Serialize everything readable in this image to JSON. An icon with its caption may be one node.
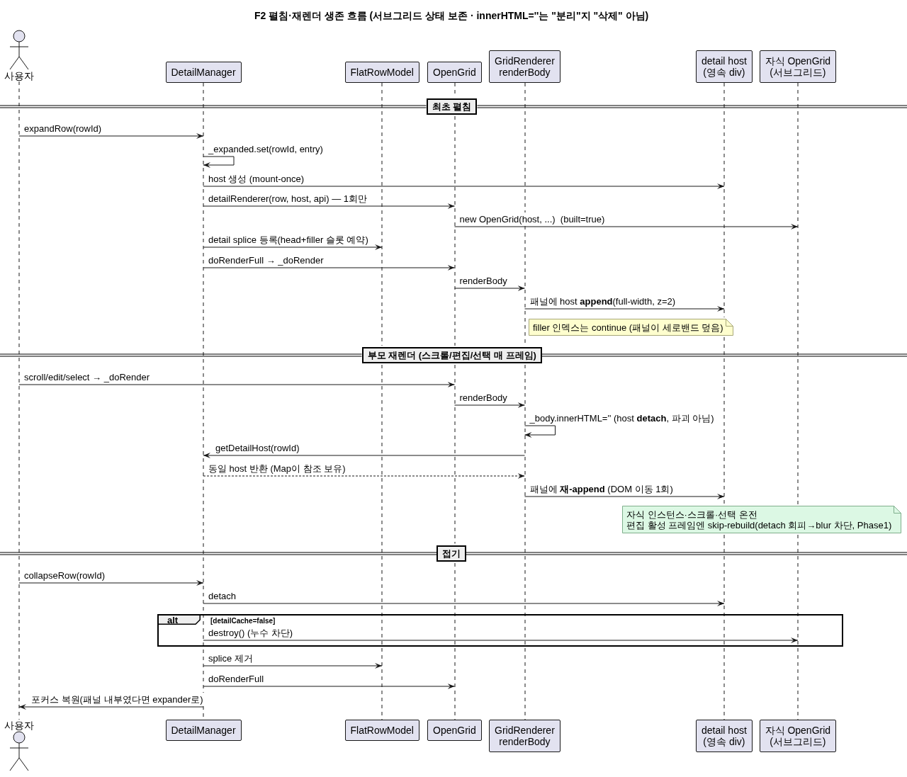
{
  "diagram": {
    "title": "F2 펼침·재렌더 생존 흐름 (서브그리드 상태 보존 · innerHTML=''는 \"분리\"지 \"삭제\" 아님)",
    "nodes": [
      {
        "text": [
          "사용자"
        ]
      },
      {
        "text": [
          "DetailManager"
        ]
      },
      {
        "text": [
          "FlatRowModel"
        ]
      },
      {
        "text": [
          "OpenGrid"
        ]
      },
      {
        "text": [
          "GridRenderer renderBody"
        ]
      },
      {
        "text": [
          "detail host (영속 div)"
        ]
      },
      {
        "text": [
          "자식 OpenGrid (서브그리드)"
        ]
      },
      {
        "text": [],
        "shape": "line"
      },
      {
        "text": [],
        "shape": "line"
      },
      {
        "text": [],
        "shape": "line"
      },
      {
        "text": [],
        "shape": "line"
      },
      {
        "text": [],
        "shape": "line"
      },
      {
        "text": [],
        "shape": "line"
      },
      {
        "text": [],
        "shape": "line"
      },
      {
        "text": [
          "최초 펼침"
        ]
      },
      {
        "text": [
          "filler 인덱스는 continue (패널이 세로밴드 덮음)"
        ]
      },
      {
        "text": [
          "부모 재렌더 (스크롤/편집/선택 매 프레임)"
        ]
      },
      {
        "text": [
          "자식 인스턴스·스크롤·선택 온전 편집 활성 프레임엔 skip-rebuild(detach 회피→blur 차단, Phase1)"
        ]
      },
      {
        "text": [
          "접기"
        ]
      },
      {
        "text": [
          "alt"
        ],
        "beside": [
          "[detailCache=false]"
        ]
      },
      {
        "text": [
          "사용자"
        ]
      },
      {
        "text": [
          "DetailManager"
        ]
      },
      {
        "text": [
          "FlatRowModel"
        ]
      },
      {
        "text": [
          "OpenGrid"
        ]
      },
      {
        "text": [
          "GridRenderer renderBody"
        ]
      },
      {
        "text": [
          "detail host (영속 div)"
        ]
      },
      {
        "text": [
          "자식 OpenGrid (서브그리드)"
        ]
      }
    ],
    "edges": [
      {
        "from": 7,
        "to": 8,
        "arrow": "to",
        "label": "expandRow(rowId)"
      },
      {
        "from": 8,
        "to": 8,
        "arrow": "to",
        "label": "_expanded.set(rowId, entry)"
      },
      {
        "from": 8,
        "to": 12,
        "arrow": "to",
        "label": "host 생성 (mount-once)"
      },
      {
        "from": 8,
        "to": 10,
        "arrow": "to",
        "label": "detailRenderer(row, host, api) — 1회만"
      },
      {
        "from": 10,
        "to": 13,
        "arrow": "to",
        "label": "new OpenGrid(host, ...)  (built=true)"
      },
      {
        "from": 8,
        "to": 9,
        "arrow": "to",
        "label": "detail splice 등록(head+filler 슬롯 예약)"
      },
      {
        "from": 8,
        "to": 10,
        "arrow": "to",
        "label": "doRenderFull → _doRender"
      },
      {
        "from": 10,
        "to": 11,
        "arrow": "to",
        "label": "renderBody"
      },
      {
        "from": 11,
        "to": 12,
        "arrow": "to",
        "label": "패널에 host **append**(full-width, z=2)"
      },
      {
        "from": 7,
        "to": 10,
        "arrow": "to",
        "label": "scroll/edit/select → _doRender"
      },
      {
        "from": 10,
        "to": 11,
        "arrow": "to",
        "label": "renderBody"
      },
      {
        "from": 11,
        "to": 11,
        "arrow": "to",
        "label": "_body.innerHTML='' (host **detach**, 파괴 아님)"
      },
      {
        "from": 11,
        "to": 8,
        "arrow": "to",
        "label": "getDetailHost(rowId)"
      },
      {
        "from": 8,
        "to": 11,
        "arrow": "to",
        "label": "동일 host 반환 (Map이 참조 보유)",
        "style": "dashed"
      },
      {
        "from": 11,
        "to": 12,
        "arrow": "to",
        "label": "패널에 **재-append** (DOM 이동 1회)"
      },
      {
        "from": 7,
        "to": 8,
        "arrow": "to",
        "label": "collapseRow(rowId)"
      },
      {
        "from": 8,
        "to": 12,
        "arrow": "to",
        "label": "detach"
      },
      {
        "from": 8,
        "to": 13,
        "arrow": "to",
        "label": "destroy() (누수 차단)"
      },
      {
        "from": 8,
        "to": 9,
        "arrow": "to",
        "label": "splice 제거"
      },
      {
        "from": 8,
        "to": 10,
        "arrow": "to",
        "label": "doRenderFull"
      },
      {
        "from": 8,
        "to": 7,
        "arrow": "to",
        "label": "포커스 복원(패널 내부였다면 expander로)"
      }
    ]
  }
}
